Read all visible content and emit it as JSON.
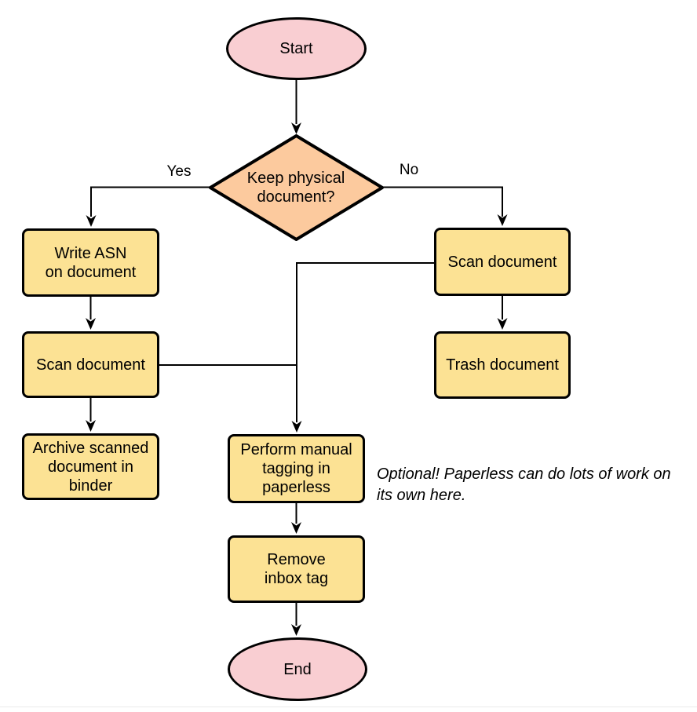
{
  "palette": {
    "terminal_fill": "#F9CED2",
    "process_fill": "#FCE294",
    "decision_fill": "#FCCA9E",
    "stroke": "#000000"
  },
  "nodes": {
    "start": {
      "label": "Start"
    },
    "keep_decision": {
      "label": "Keep physical\ndocument?"
    },
    "write_asn": {
      "label": "Write ASN\non document"
    },
    "scan_left": {
      "label": "Scan document"
    },
    "archive": {
      "label": "Archive scanned\ndocument in\nbinder"
    },
    "scan_right": {
      "label": "Scan document"
    },
    "trash": {
      "label": "Trash document"
    },
    "tagging": {
      "label": "Perform manual\ntagging in\npaperless"
    },
    "remove_inbox": {
      "label": "Remove\ninbox tag"
    },
    "end": {
      "label": "End"
    }
  },
  "edge_labels": {
    "yes": "Yes",
    "no": "No"
  },
  "note": {
    "text": "Optional! Paperless can do lots of work on\nits own here."
  }
}
